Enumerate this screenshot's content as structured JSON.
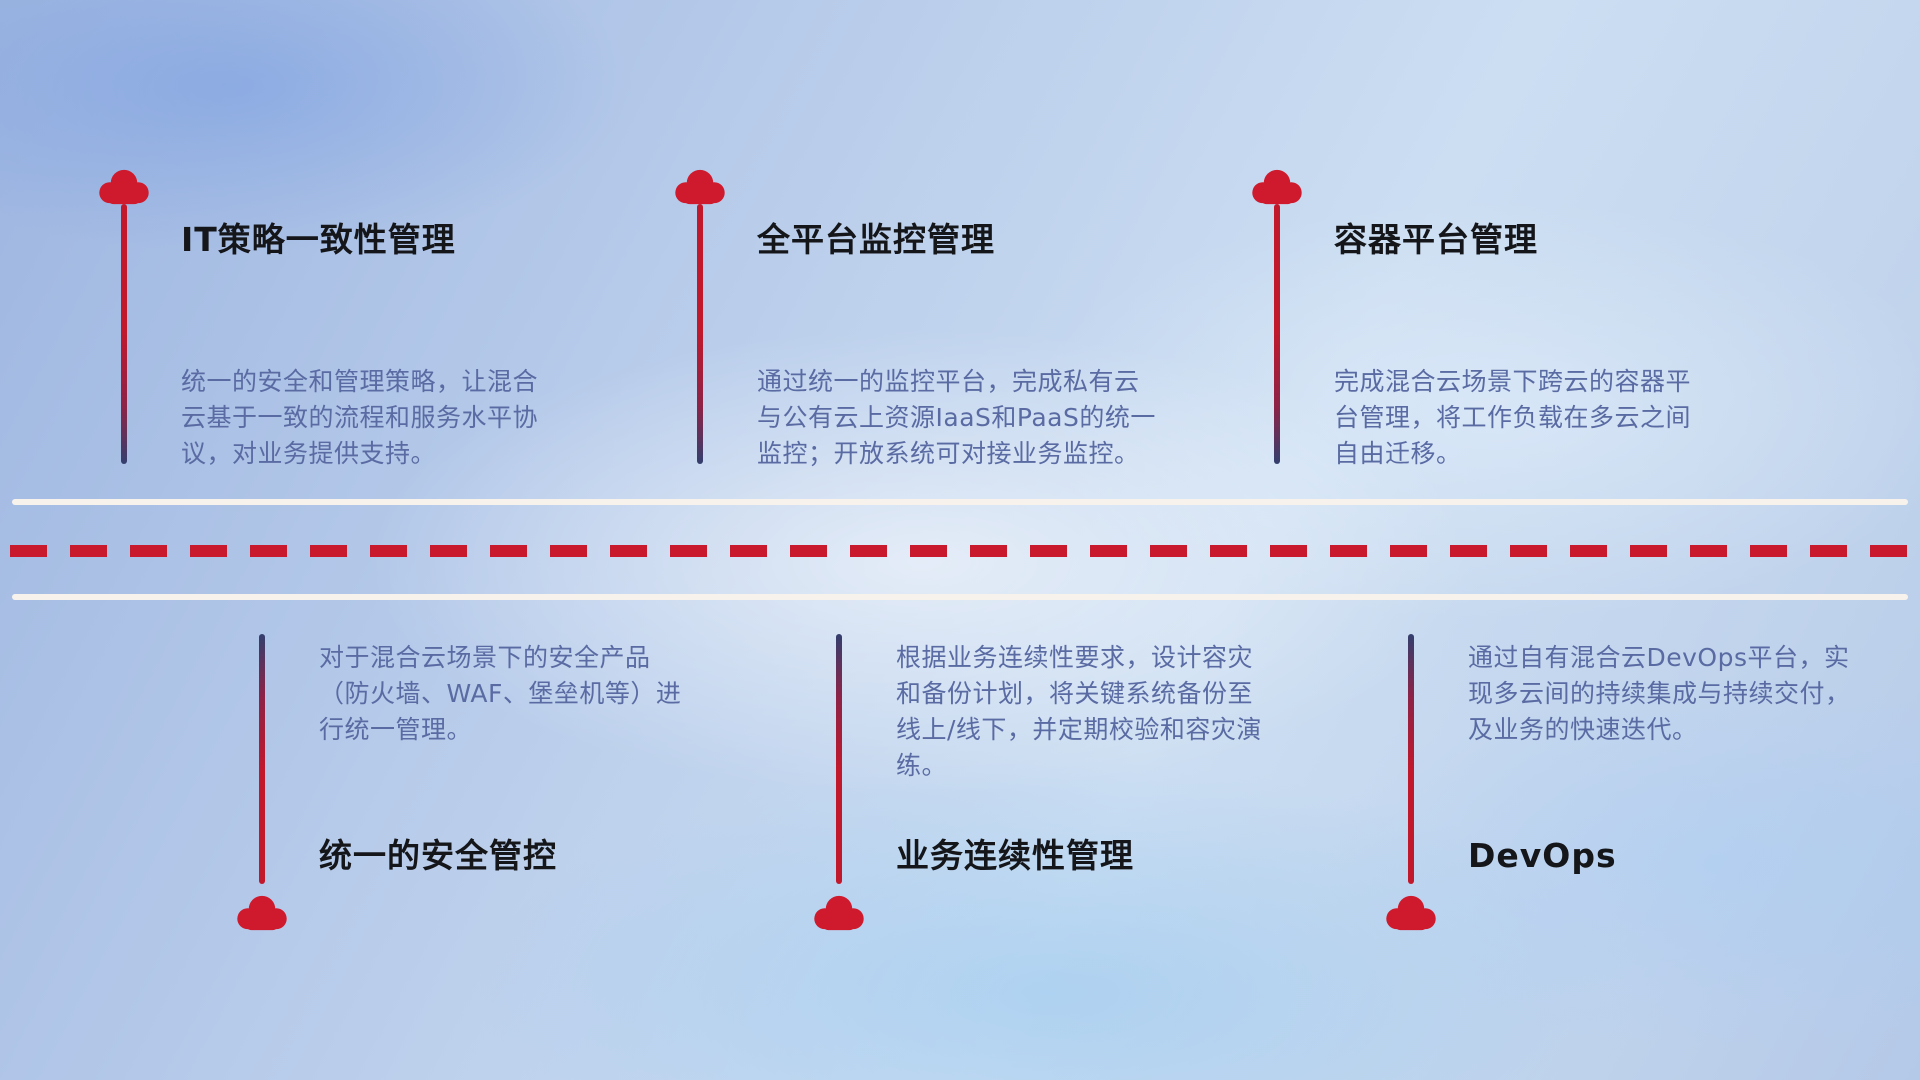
{
  "colors": {
    "cloud_red": "#ce1a2c",
    "pin_line_red": "#c2182b",
    "pin_line_navy": "#333f6e",
    "title_text": "#15161a",
    "description_text": "#5a6ba3",
    "divider_white": "#f7f3ec",
    "dash_red": "#c8192d",
    "background_blue": "#b9cdeb"
  },
  "top_items": [
    {
      "title": "IT策略一致性管理",
      "description": "统一的安全和管理策略，让混合云基于一致的流程和服务水平协议，对业务提供支持。"
    },
    {
      "title": "全平台监控管理",
      "description": "通过统一的监控平台，完成私有云与公有云上资源IaaS和PaaS的统一监控；开放系统可对接业务监控。"
    },
    {
      "title": "容器平台管理",
      "description": "完成混合云场景下跨云的容器平台管理，将工作负载在多云之间自由迁移。"
    }
  ],
  "bottom_items": [
    {
      "title": "统一的安全管控",
      "description": "对于混合云场景下的安全产品（防火墙、WAF、堡垒机等）进行统一管理。"
    },
    {
      "title": "业务连续性管理",
      "description": "根据业务连续性要求，设计容灾和备份计划，将关键系统备份至线上/线下，并定期校验和容灾演练。"
    },
    {
      "title": "DevOps",
      "description": "通过自有混合云DevOps平台，实现多云间的持续集成与持续交付，及业务的快速迭代。"
    }
  ]
}
